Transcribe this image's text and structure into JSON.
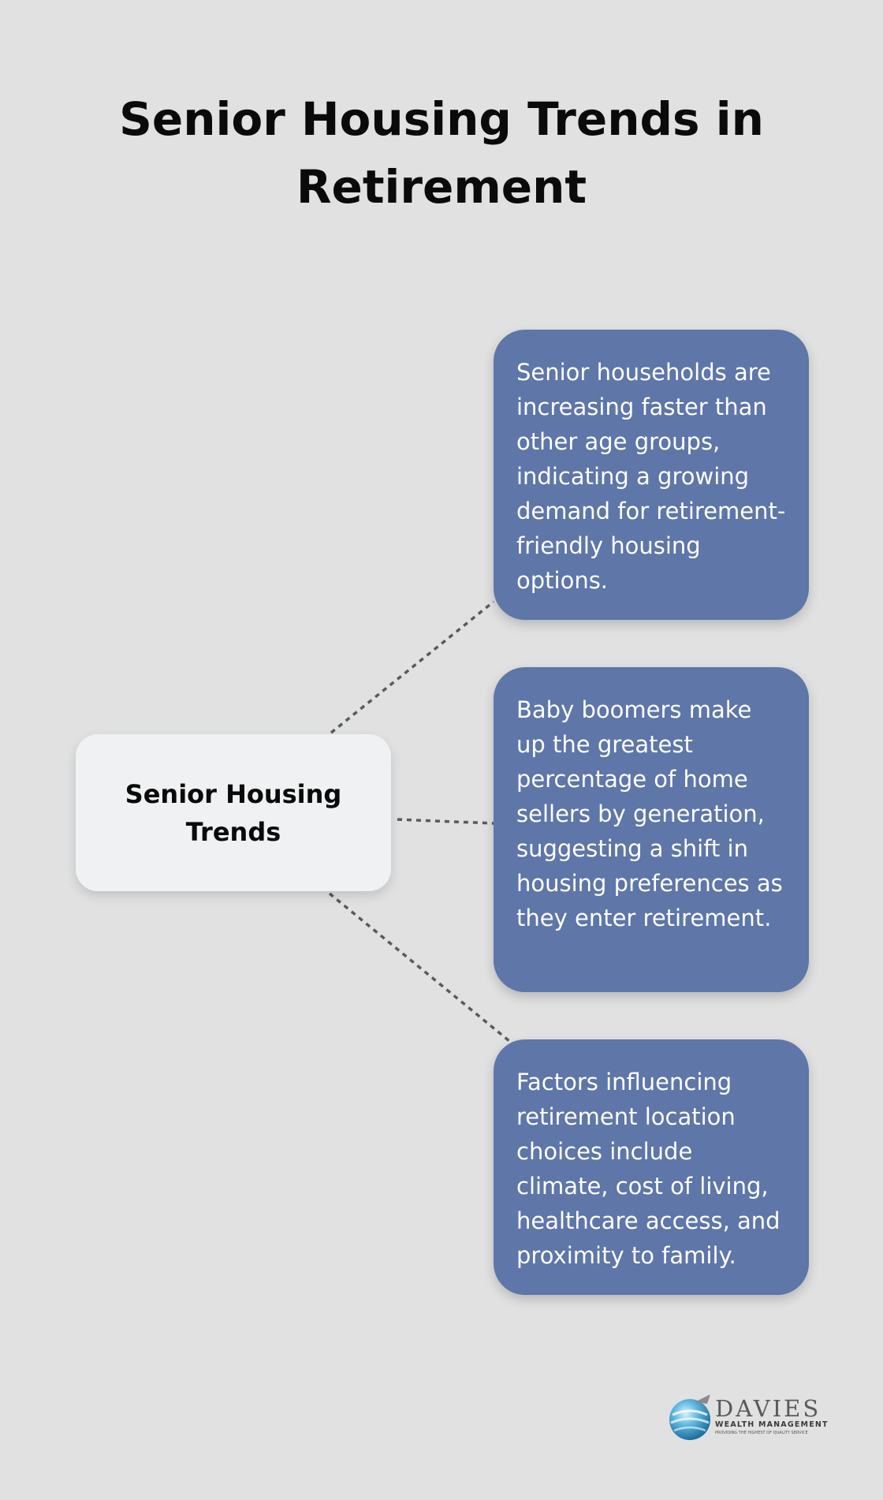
{
  "title": "Senior Housing Trends in Retirement",
  "center": {
    "label": "Senior Housing Trends"
  },
  "branches": [
    {
      "text": "Senior households are increasing faster than other age groups, indicating a growing demand for retirement-friendly housing options."
    },
    {
      "text": "Baby boomers make up the greatest percentage of home sellers by generation, suggesting a shift in housing preferences as they enter retirement."
    },
    {
      "text": "Factors influencing retirement location choices include climate, cost of living, healthcare access, and proximity to family."
    }
  ],
  "logo": {
    "name": "DAVIES",
    "subtitle": "WEALTH MANAGEMENT",
    "tagline": "PROVIDING THE HIGHEST OF QUALITY SERVICE"
  },
  "colors": {
    "background": "#e0e1e0",
    "card": "#5e76a8",
    "center_node": "#f0f1f2",
    "connector": "#5a5a5a"
  }
}
